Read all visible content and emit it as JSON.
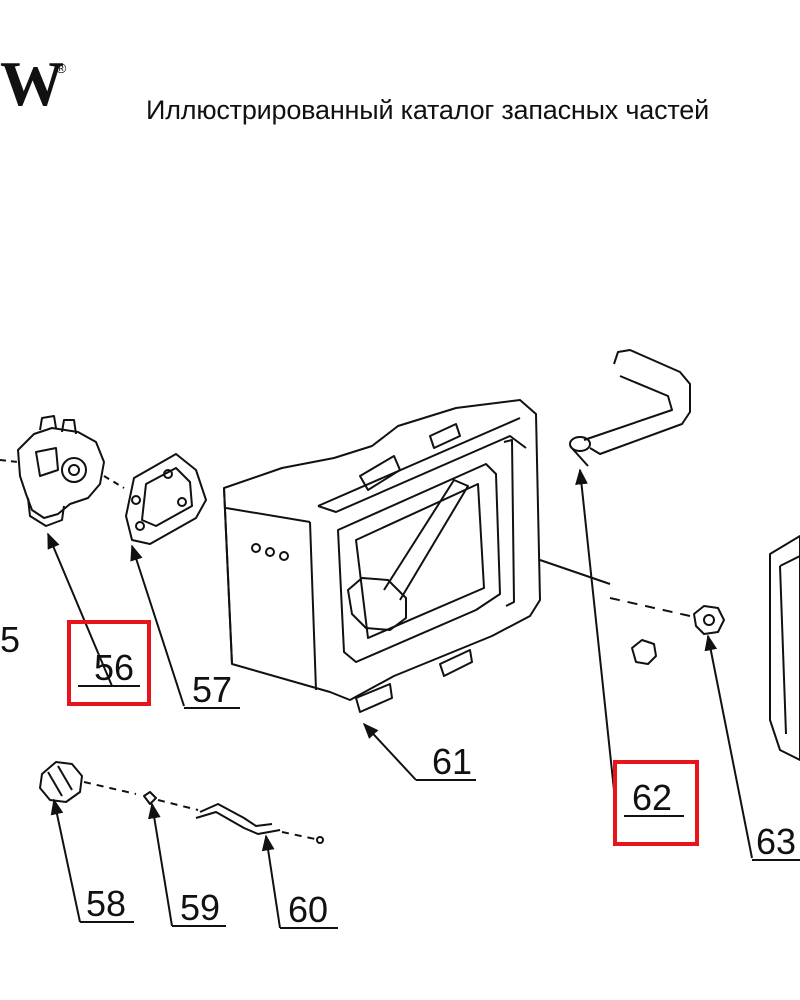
{
  "header": {
    "logo_text": "W",
    "logo_mark": "®",
    "title": "Иллюстрированный каталог запасных частей"
  },
  "callouts": [
    {
      "id": "55",
      "text": "5"
    },
    {
      "id": "56",
      "text": "56",
      "highlighted": true
    },
    {
      "id": "57",
      "text": "57"
    },
    {
      "id": "58",
      "text": "58"
    },
    {
      "id": "59",
      "text": "59"
    },
    {
      "id": "60",
      "text": "60"
    },
    {
      "id": "61",
      "text": "61"
    },
    {
      "id": "62",
      "text": "62",
      "highlighted": true
    },
    {
      "id": "63",
      "text": "63"
    }
  ],
  "colors": {
    "line": "#111111",
    "highlight": "#e8141b"
  }
}
